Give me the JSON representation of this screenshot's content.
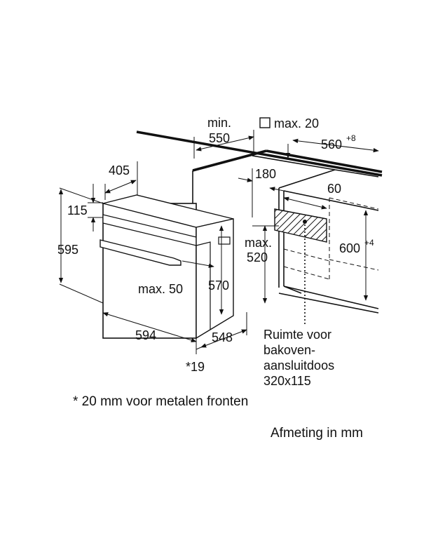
{
  "labels": {
    "min_550_a": "min.",
    "min_550_b": "550",
    "max_20": "max. 20",
    "w_560": "560",
    "w_560_sup": "+8",
    "d_405": "405",
    "d_180": "180",
    "d_60": "60",
    "h_115": "115",
    "h_595": "595",
    "h_600": "600",
    "h_600_sup": "+4",
    "max_520_a": "max.",
    "max_520_b": "520",
    "max_50": "max. 50",
    "h_570": "570",
    "w_594": "594",
    "d_548": "548",
    "note_19": "*19"
  },
  "space_note": {
    "line1": "Ruimte voor",
    "line2": "bakoven-",
    "line3": "aansluitdoos",
    "line4": "320x115"
  },
  "footnote": "* 20 mm voor metalen fronten",
  "unit_note": "Afmeting in mm"
}
